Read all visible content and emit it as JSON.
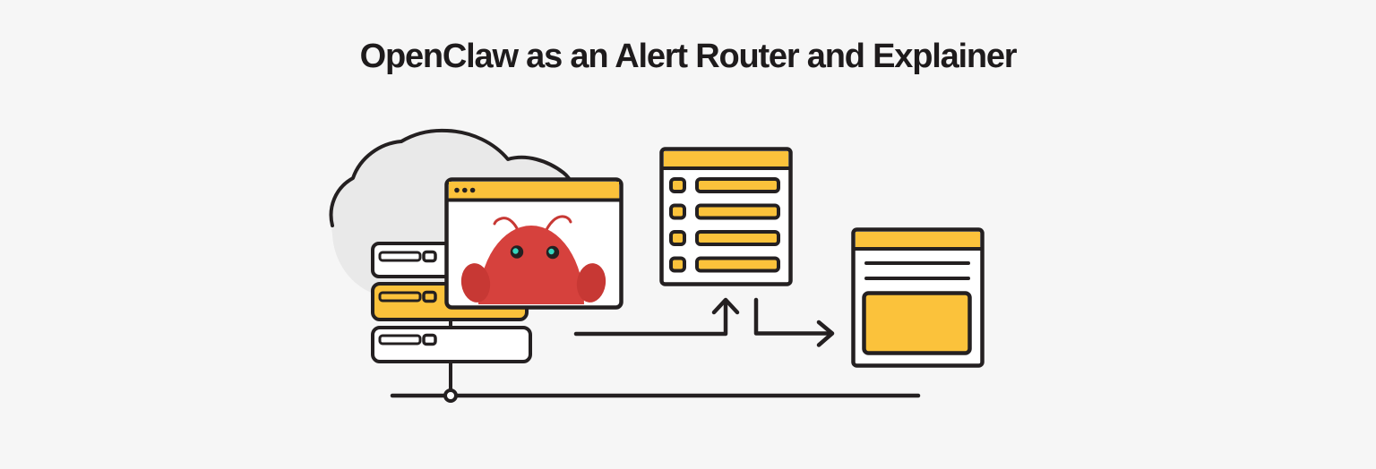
{
  "title": "OpenClaw as an Alert Router and Explainer",
  "colors": {
    "bg": "#F6F6F6",
    "title": "#1E1B1C",
    "ink": "#242021",
    "yellow": "#FBC23B",
    "cloud": "#E9E9E9",
    "white": "#FFFFFF",
    "red": "#D6413D",
    "red_dark": "#C73834",
    "teal": "#35D6BE"
  },
  "figures": [
    {
      "name": "cloud"
    },
    {
      "name": "server-stack",
      "rows": 3,
      "highlighted_row": 2
    },
    {
      "name": "openclaw-browser-window",
      "traffic_dots": 3,
      "mascot": "openclaw-robot"
    },
    {
      "name": "alert-list-panel",
      "rows": 4
    },
    {
      "name": "flow-arrows",
      "directions": [
        "up",
        "right"
      ]
    },
    {
      "name": "explainer-panel",
      "text_lines": 2,
      "highlight_block": true
    },
    {
      "name": "network-bus-line",
      "node": 1
    }
  ]
}
